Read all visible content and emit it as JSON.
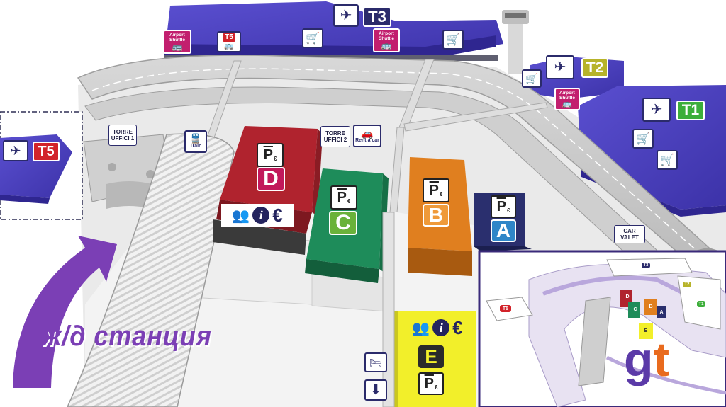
{
  "terminals": {
    "t1": "T1",
    "t2": "T2",
    "t3": "T3",
    "t5": "T5",
    "t5_shuttle": "T5"
  },
  "signs": {
    "airport_shuttle": "Airport Shuttle",
    "train": "Train",
    "rent_a_car": "Rent a car",
    "torre_uffici_1": "TORRE UFFICI 1",
    "torre_uffici_2": "TORRE UFFICI 2",
    "car_valet": "CAR VALET"
  },
  "parking": {
    "p_symbol": "P",
    "euro_symbol": "€",
    "lots": [
      {
        "letter": "D",
        "color": "#b0232e"
      },
      {
        "letter": "C",
        "color": "#1e8c5a"
      },
      {
        "letter": "B",
        "color": "#e07f1f"
      },
      {
        "letter": "A",
        "color": "#2a2f6e"
      },
      {
        "letter": "E",
        "color": "#f2ef2a"
      }
    ]
  },
  "services": {
    "info_symbol": "i",
    "euro_symbol": "€"
  },
  "station_label": "ж/д станция",
  "logo": {
    "g": "g",
    "t": "t"
  },
  "minimap": {
    "t5": "T5",
    "t3": "T3",
    "t2": "T2",
    "t1": "T1",
    "lots": [
      "D",
      "C",
      "B",
      "A",
      "E"
    ]
  },
  "colors": {
    "terminal": "#4a3fb8",
    "terminal_dark": "#2f2690",
    "accent_purple": "#7b3fb5",
    "shuttle_pink": "#c21f6e",
    "t1_green": "#3cae3a",
    "t2_olive": "#b7b32a",
    "t3_navy": "#2b2b6b",
    "t5_red": "#d2232a"
  },
  "icons": [
    "plane-icon",
    "luggage-cart-icon",
    "bus-icon",
    "train-icon",
    "car-icon",
    "bed-icon",
    "arrow-down-icon",
    "person-icon",
    "info-icon",
    "euro-icon"
  ]
}
